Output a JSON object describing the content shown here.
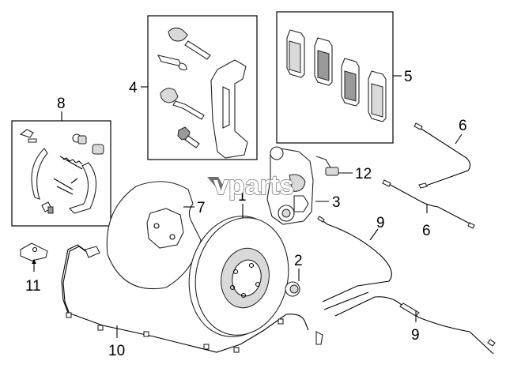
{
  "watermark": {
    "text": "vparts"
  },
  "callouts": {
    "c1": "1",
    "c2": "2",
    "c3": "3",
    "c4": "4",
    "c5": "5",
    "c6a": "6",
    "c6b": "6",
    "c7": "7",
    "c8": "8",
    "c9a": "9",
    "c9b": "9",
    "c10": "10",
    "c11": "11",
    "c12": "12"
  }
}
